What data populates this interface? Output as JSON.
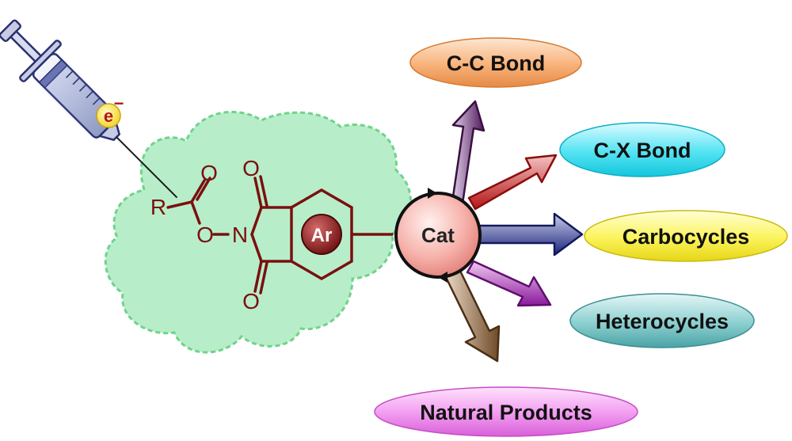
{
  "molecule": {
    "atom_r": "R",
    "atom_o_carbonyl": "O",
    "atom_o_linker": "O",
    "atom_n": "N",
    "atom_o_top": "O",
    "atom_o_bottom": "O",
    "aryl_label": "Ar"
  },
  "syringe": {
    "electron_label": "e",
    "electron_charge": "−"
  },
  "catalyst": {
    "label": "Cat"
  },
  "products": [
    {
      "label": "C-C Bond"
    },
    {
      "label": "C-X Bond"
    },
    {
      "label": "Carbocycles"
    },
    {
      "label": "Heterocycles"
    },
    {
      "label": "Natural Products"
    }
  ]
}
